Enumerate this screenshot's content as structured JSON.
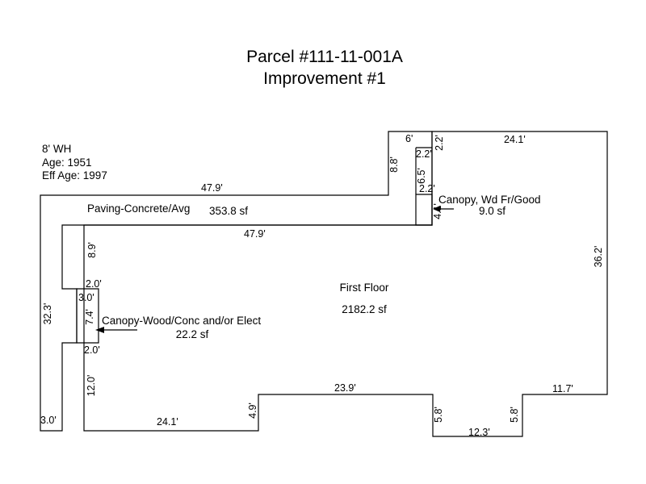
{
  "title": {
    "line1": "Parcel #111-11-001A",
    "line2": "Improvement #1"
  },
  "info": {
    "wall_height": "8' WH",
    "age": "Age: 1951",
    "eff_age": "Eff Age: 1997"
  },
  "areas": {
    "paving": {
      "name": "Paving-Concrete/Avg",
      "size": "353.8 sf"
    },
    "first_floor": {
      "name": "First Floor",
      "size": "2182.2 sf"
    },
    "canopy_small": {
      "name": "Canopy, Wd Fr/Good",
      "size": "9.0 sf"
    },
    "canopy_left": {
      "name": "Canopy-Wood/Conc and/or Elect",
      "size": "22.2 sf"
    }
  },
  "dimensions": {
    "top_6": "6'",
    "top_22_v": "2.2'",
    "top_241": "24.1'",
    "inner_22_a": "2.2'",
    "v_88": "8.8'",
    "v_65": "6.5'",
    "inner_22_b": "2.2'",
    "v_41": "4.1'",
    "top_479": "47.9'",
    "mid_479": "47.9'",
    "v_89": "8.9'",
    "right_362": "36.2'",
    "h_20_a": "2.0'",
    "h_30": "3.0'",
    "v_74": "7.4'",
    "left_323": "32.3'",
    "h_20_b": "2.0'",
    "v_120": "12.0'",
    "h_239": "23.9'",
    "h_117": "11.7'",
    "v_49": "4.9'",
    "v_58_a": "5.8'",
    "v_58_b": "5.8'",
    "bottom_30": "3.0'",
    "bottom_241": "24.1'",
    "bottom_123": "12.3'"
  }
}
